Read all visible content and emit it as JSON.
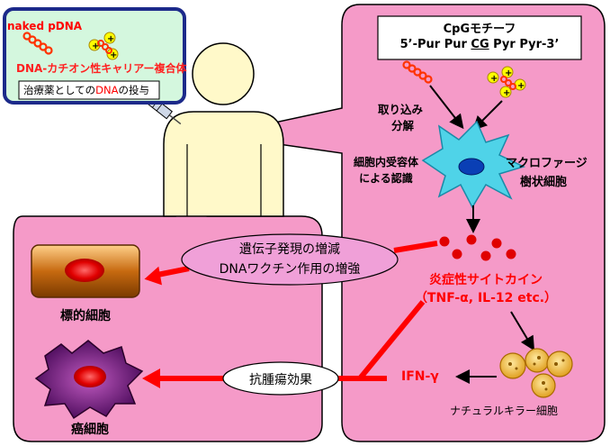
{
  "colors": {
    "pink": "#f59ac8",
    "red": "#ff0000",
    "mint": "#d4f7de",
    "navy": "#1c2a8a",
    "cyan": "#4fd3e8",
    "skin": "#fff9c9"
  },
  "inset": {
    "naked_pdna": "naked pDNA",
    "complex": "DNA-カチオン性キャリアー複合体",
    "therapy_prefix": "治療薬としての",
    "therapy_dna": "DNA",
    "therapy_suffix": "の投与"
  },
  "cpg": {
    "title": "CpGモチーフ",
    "seq_a": "5’-Pur Pur ",
    "seq_cg": "CG",
    "seq_b": " Pyr Pyr-3’"
  },
  "labels": {
    "uptake": [
      "取り込み",
      "分解"
    ],
    "recognition": [
      "細胞内受容体",
      "による認識"
    ],
    "macrophage": [
      "マクロファージ",
      "樹状細胞"
    ],
    "cytokines": [
      "炎症性サイトカイン",
      "（TNF-α, IL-12 etc.）"
    ],
    "ifn": "IFN-γ",
    "nk": "ナチュラルキラー細胞",
    "effects": [
      "遺伝子発現の増減",
      "DNAワクチン作用の増強"
    ],
    "antitumor": "抗腫瘍効果",
    "target_cell": "標的細胞",
    "cancer_cell": "癌細胞"
  },
  "icons": [
    "syringe-icon",
    "plasmid-dna-icon",
    "dna-complex-icon",
    "macrophage-icon",
    "nk-cell-icon",
    "target-cell-icon",
    "cancer-cell-icon",
    "cytokine-dots-icon"
  ]
}
